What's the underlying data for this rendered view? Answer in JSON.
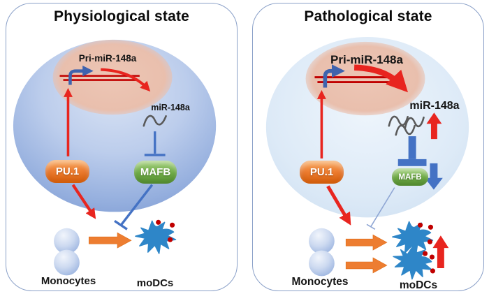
{
  "colors": {
    "red": "#e8251f",
    "dark_red": "#c00000",
    "blue": "#4472c4",
    "steel_blue": "#3f63ae",
    "light_blue_line": "#8fa6d4",
    "orange": "#ed7d31",
    "green": "#70ad47",
    "grey": "#595959",
    "dc_blue": "#2e86c8",
    "panel_border": "#8aa0c8"
  },
  "panels": {
    "left": {
      "title": "Physiological state",
      "pri_mir": "Pri-miR-148a",
      "mir": "miR-148a",
      "pu1": "PU.1",
      "mafb": "MAFB",
      "monocytes": "Monocytes",
      "modcs": "moDCs"
    },
    "right": {
      "title": "Pathological state",
      "pri_mir": "Pri-miR-148a",
      "mir": "miR-148a",
      "pu1": "PU.1",
      "mafb": "MAFB",
      "monocytes": "Monocytes",
      "modcs": "moDCs"
    }
  }
}
